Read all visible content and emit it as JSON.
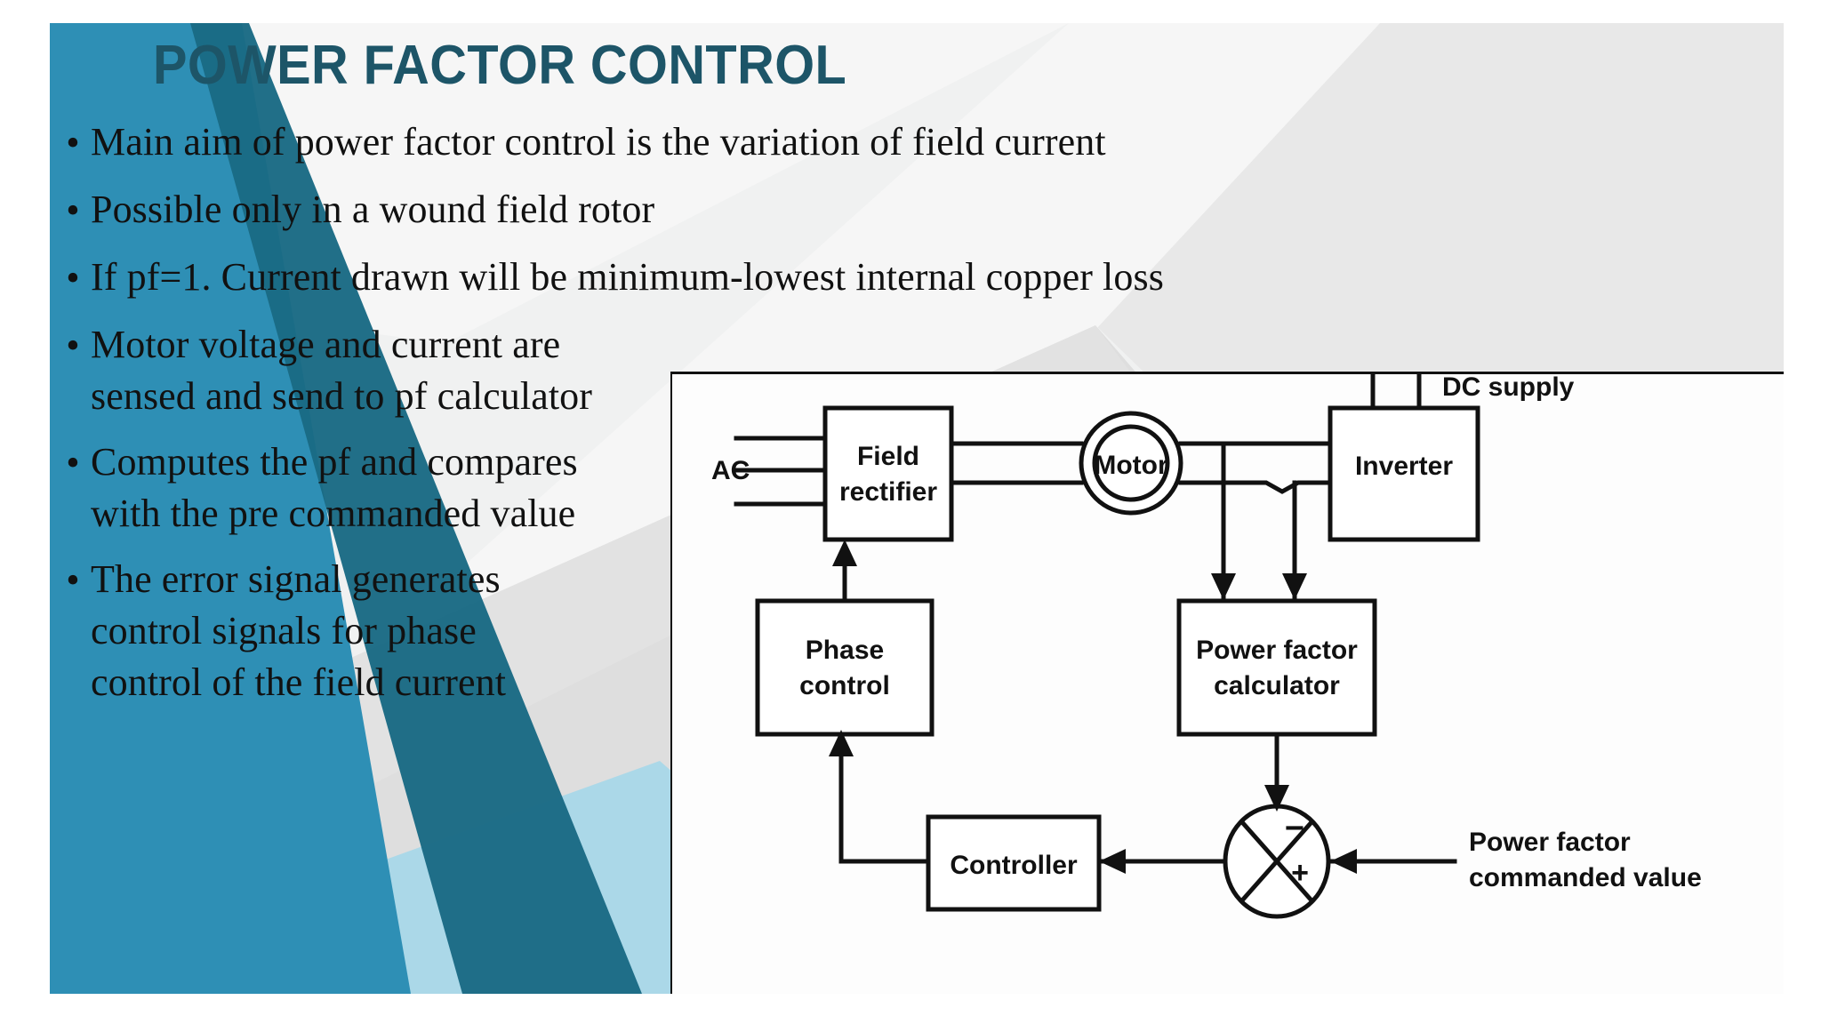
{
  "slide": {
    "title": "POWER FACTOR CONTROL",
    "accent_color": "#1d5568",
    "background_color": "#f0f1f1",
    "shape_colors": {
      "medium_blue": "#2e8fb5",
      "dark_teal": "#1a6a84",
      "light_blue": "#abd8e8",
      "light_gray": "#e2e2e2",
      "pale_gray": "#ededed"
    },
    "bullets": [
      {
        "marker": "•",
        "text": "Main aim of power factor control is the variation of field current"
      },
      {
        "marker": "•",
        "text": "Possible only in a wound field rotor"
      },
      {
        "marker": "•",
        "text": "If pf=1. Current drawn will be minimum-lowest internal copper loss"
      },
      {
        "marker": "•",
        "text": "Motor voltage and current are\nsensed and send to pf calculator"
      },
      {
        "marker": "•",
        "text": "Computes the pf and compares\nwith the pre commanded value"
      },
      {
        "marker": "•",
        "text": "The error signal generates\ncontrol signals for phase\ncontrol of the field current"
      }
    ]
  },
  "diagram": {
    "labels": {
      "ac": "AC",
      "field_rectifier": "Field\nrectifier",
      "motor": "Motor",
      "inverter": "Inverter",
      "dc_supply": "DC supply",
      "phase_control": "Phase\ncontrol",
      "power_factor_calculator": "Power factor\ncalculator",
      "controller": "Controller",
      "commanded_value": "Power factor\ncommanded value",
      "sum_minus": "−",
      "sum_plus": "+"
    }
  }
}
